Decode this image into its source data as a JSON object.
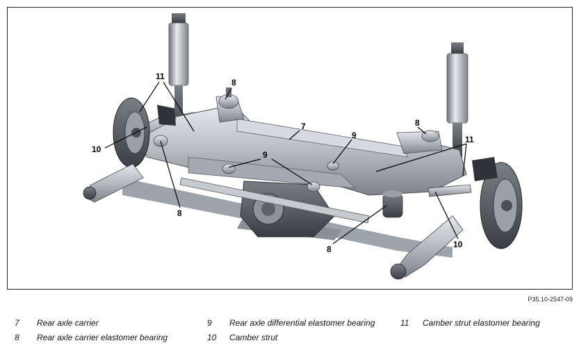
{
  "figure": {
    "code": "P35.10-2547-09",
    "callouts": [
      "11",
      "8",
      "7",
      "9",
      "8",
      "9",
      "11",
      "10",
      "8",
      "8",
      "10"
    ]
  },
  "legend": [
    {
      "num": "7",
      "text": "Rear axle carrier"
    },
    {
      "num": "8",
      "text": "Rear axle carrier elastomer bearing"
    },
    {
      "num": "9",
      "text": "Rear axle differential elastomer bearing"
    },
    {
      "num": "10",
      "text": "Camber strut"
    },
    {
      "num": "11",
      "text": "Camber strut elastomer bearing"
    }
  ]
}
